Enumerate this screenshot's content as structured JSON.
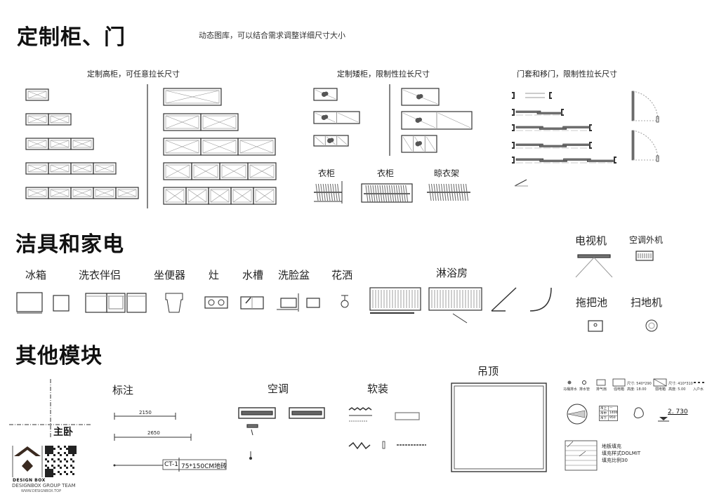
{
  "sections": {
    "cabinets": {
      "title": "定制柜、门",
      "subtitle": "动态图库，可以结合需求调整详细尺寸大小",
      "tall_label": "定制高柜，可任意拉长尺寸",
      "low_label": "定制矮柜，限制性拉长尺寸",
      "door_label": "门套和移门，限制性拉长尺寸",
      "wardrobe_1": "衣柜",
      "wardrobe_2": "衣柜",
      "drying_rack": "晾衣架"
    },
    "fixtures": {
      "title": "洁具和家电",
      "items": [
        "冰箱",
        "洗衣伴侣",
        "坐便器",
        "灶",
        "水槽",
        "洗脸盆",
        "花洒",
        "淋浴房"
      ],
      "tv": "电视机",
      "ac_outdoor": "空调外机",
      "mop_sink": "拖把池",
      "robot_vacuum": "扫地机"
    },
    "others": {
      "title": "其他模块",
      "annotation": "标注",
      "aircon": "空调",
      "decor": "软装",
      "ceiling": "吊顶",
      "room_label": "主卧",
      "dim_1": "2150",
      "dim_2": "2650",
      "tag_code": "CT-1",
      "tag_text": "75*150CM地砖",
      "legend": {
        "toilet_drain": "马桶排水",
        "drain_pipe": "排水管",
        "exhaust_fan": "排气扇",
        "strong_box": "强电箱",
        "strong_size": "尺寸: 540*290",
        "strong_height": "高度: 18.00",
        "weak_box": "弱电箱",
        "weak_size": "尺寸: 410*310",
        "weak_height": "高度: 5.00",
        "water_inlet": "入户水",
        "height_table": [
          [
            "吊上",
            "—"
          ],
          [
            "吊中",
            "1400"
          ],
          [
            "吊下",
            "950"
          ]
        ],
        "level_mark": "2. 730",
        "floor_fill": "地板填充",
        "fill_style": "填充样式DOLMIT",
        "fill_scale": "填充比例30"
      }
    }
  },
  "brand": {
    "logo_text": "DESIGN BOX",
    "team": "DESIGNBOX GROUP TEAM",
    "website": "WWW.DESIGNBOX.TOP"
  },
  "colors": {
    "line": "#333333",
    "light": "#999999",
    "fill_dark": "#555555"
  }
}
